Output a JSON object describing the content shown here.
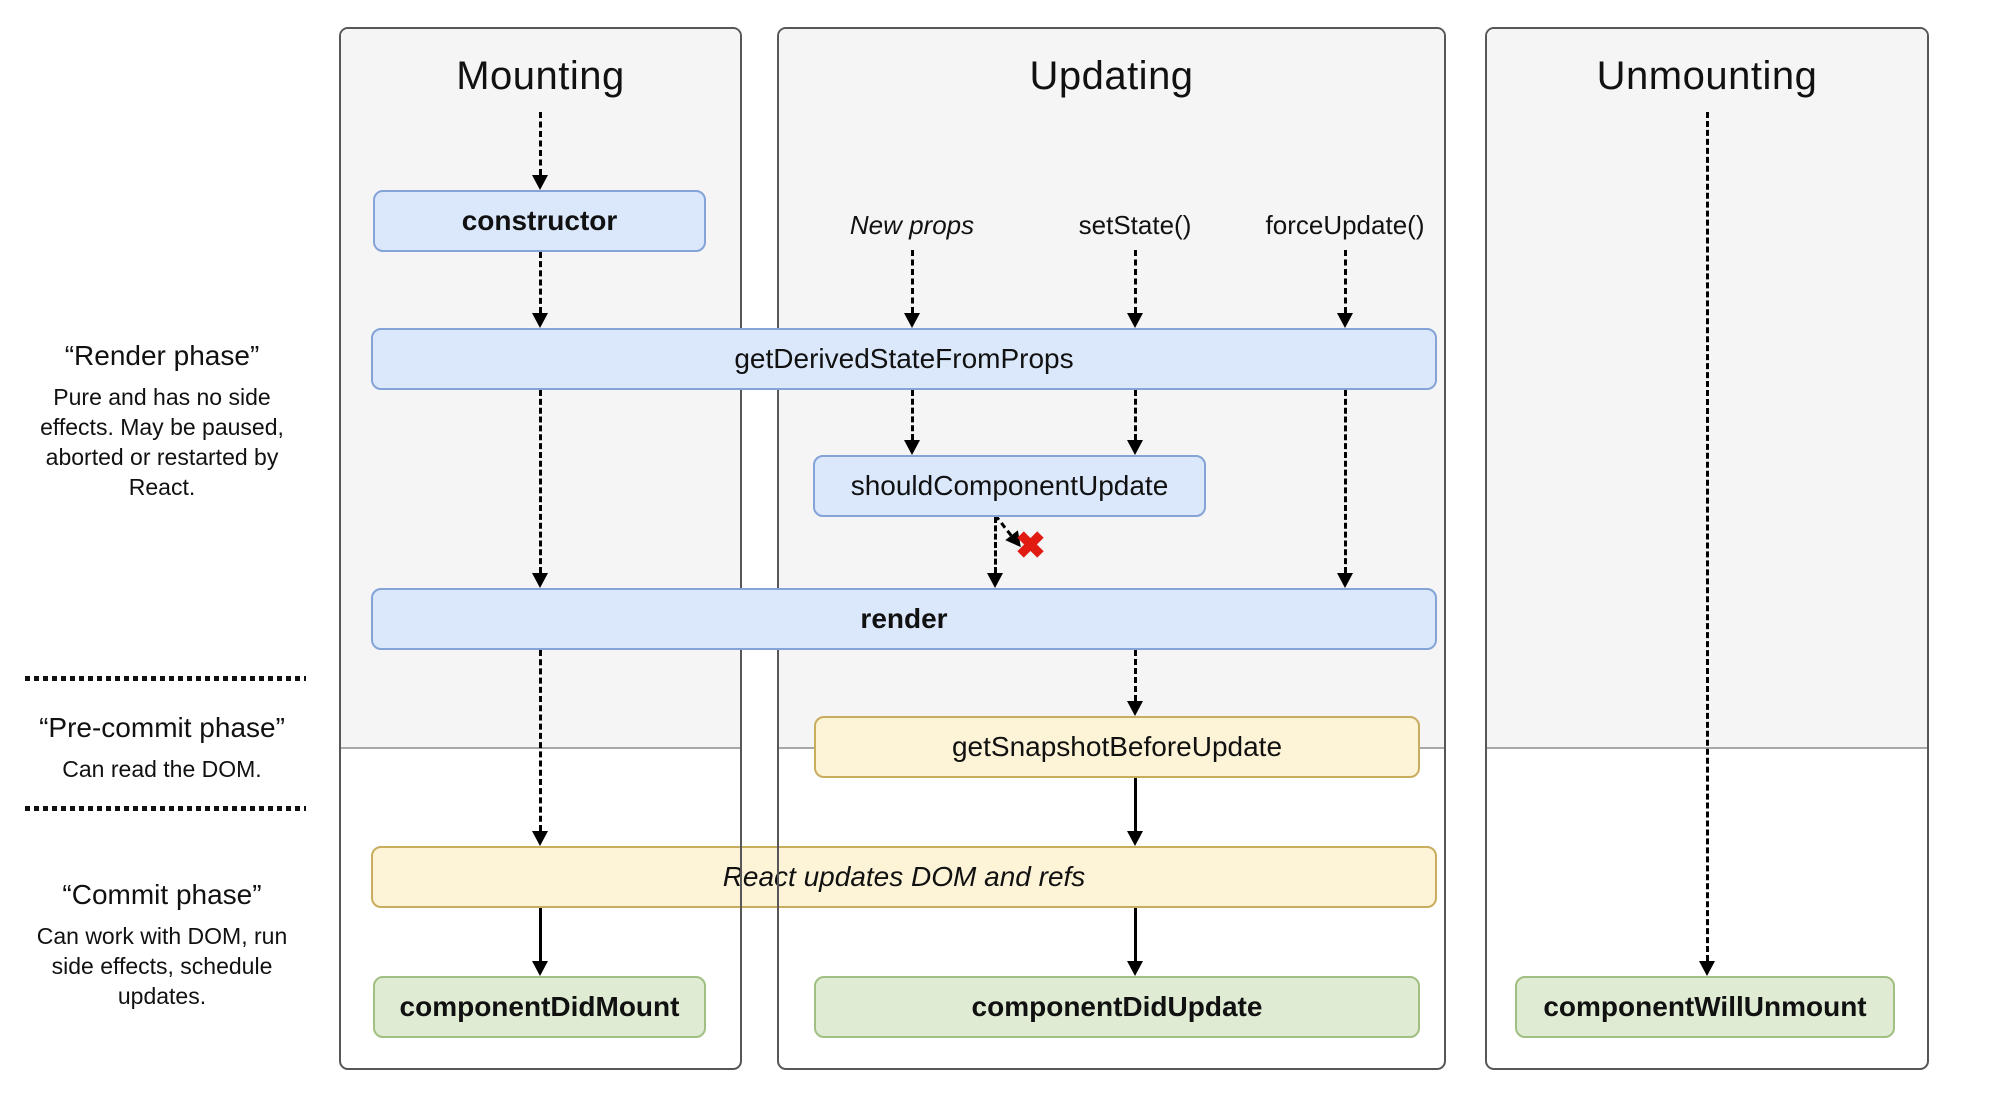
{
  "columns": [
    {
      "title": "Mounting"
    },
    {
      "title": "Updating"
    },
    {
      "title": "Unmounting"
    }
  ],
  "phases": [
    {
      "title": "“Render phase”",
      "desc": "Pure and has no side effects. May be paused, aborted or restarted by React."
    },
    {
      "title": "“Pre-commit phase”",
      "desc": "Can read the DOM."
    },
    {
      "title": "“Commit phase”",
      "desc": "Can work with DOM, run side effects, schedule updates."
    }
  ],
  "triggers": [
    {
      "label": "New props"
    },
    {
      "label": "setState()"
    },
    {
      "label": "forceUpdate()"
    }
  ],
  "boxes": {
    "constructor": "constructor",
    "getDerivedStateFromProps": "getDerivedStateFromProps",
    "shouldComponentUpdate": "shouldComponentUpdate",
    "render": "render",
    "getSnapshotBeforeUpdate": "getSnapshotBeforeUpdate",
    "reactUpdates": "React updates DOM and refs",
    "componentDidMount": "componentDidMount",
    "componentDidUpdate": "componentDidUpdate",
    "componentWillUnmount": "componentWillUnmount"
  },
  "marker": {
    "abort_glyph": "✖"
  },
  "colors": {
    "ink": "#111111",
    "panel-bg": "#f5f5f6",
    "panel-border": "#57575a",
    "divider": "#a8a8a8",
    "blue-fill": "#dbe8fb",
    "blue-border": "#84a3d6",
    "yellow-fill": "#fdf3d6",
    "yellow-border": "#c9ad5f",
    "green-fill": "#dfebd2",
    "green-border": "#a2bf83",
    "x-red": "#e11a12"
  }
}
